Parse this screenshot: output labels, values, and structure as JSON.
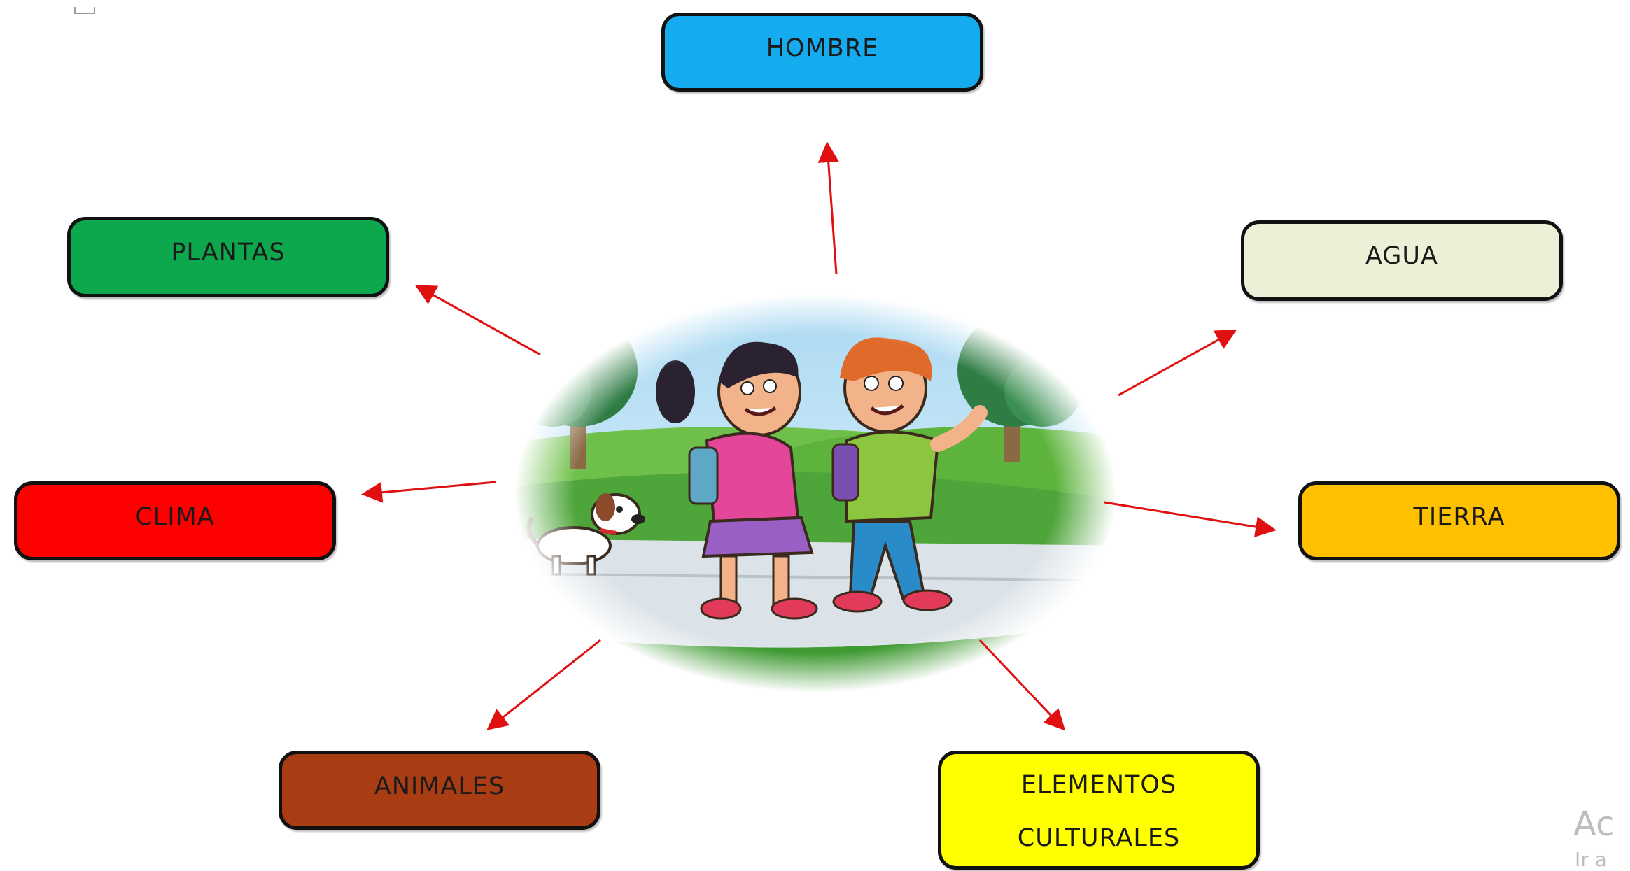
{
  "diagram": {
    "nodes": [
      {
        "id": "hombre",
        "label": "HOMBRE",
        "color": "#14ABEF"
      },
      {
        "id": "plantas",
        "label": "PLANTAS",
        "color": "#0DA84E"
      },
      {
        "id": "agua",
        "label": "AGUA",
        "color": "#EBF1D6"
      },
      {
        "id": "clima",
        "label": "CLIMA",
        "color": "#FF0000"
      },
      {
        "id": "tierra",
        "label": "TIERRA",
        "color": "#FFC000"
      },
      {
        "id": "animales",
        "label": "ANIMALES",
        "color": "#A93C12"
      },
      {
        "id": "cultura",
        "lines": [
          "ELEMENTOS",
          "CULTURALES"
        ],
        "color": "#FFFF00"
      }
    ],
    "center": {
      "subject": "children-walking-with-dog-illustration"
    },
    "edges": [
      {
        "from": "center",
        "to": "hombre"
      },
      {
        "from": "center",
        "to": "plantas"
      },
      {
        "from": "center",
        "to": "agua"
      },
      {
        "from": "center",
        "to": "clima"
      },
      {
        "from": "center",
        "to": "tierra"
      },
      {
        "from": "center",
        "to": "animales"
      },
      {
        "from": "center",
        "to": "cultura"
      }
    ],
    "arrow_color": "#E01010",
    "border_color": "#111111"
  },
  "watermark": {
    "line1": "Ac",
    "line2": "Ir a"
  }
}
